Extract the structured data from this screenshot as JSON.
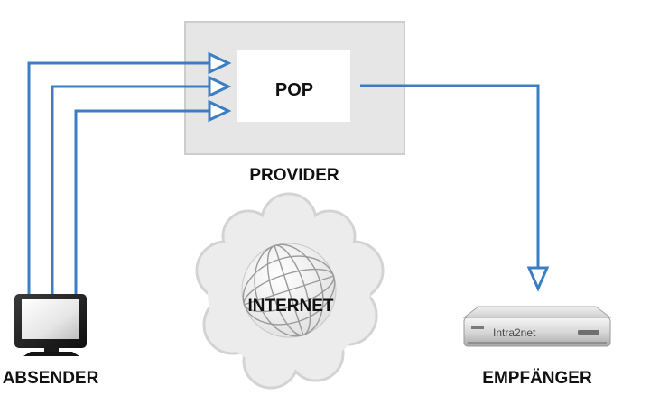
{
  "provider": {
    "label": "PROVIDER"
  },
  "pop": {
    "label": "POP"
  },
  "internet": {
    "label": "INTERNET"
  },
  "sender": {
    "label": "ABSENDER",
    "icon": "monitor-icon"
  },
  "receiver": {
    "label": "EMPFÄNGER",
    "device_brand": "Intra2net",
    "icon": "server-appliance-icon"
  },
  "colors": {
    "arrow": "#3b7ec2",
    "provider_box": "#e6e6e6",
    "provider_border": "#cccccc",
    "cloud": "#ececec",
    "text": "#111111"
  }
}
